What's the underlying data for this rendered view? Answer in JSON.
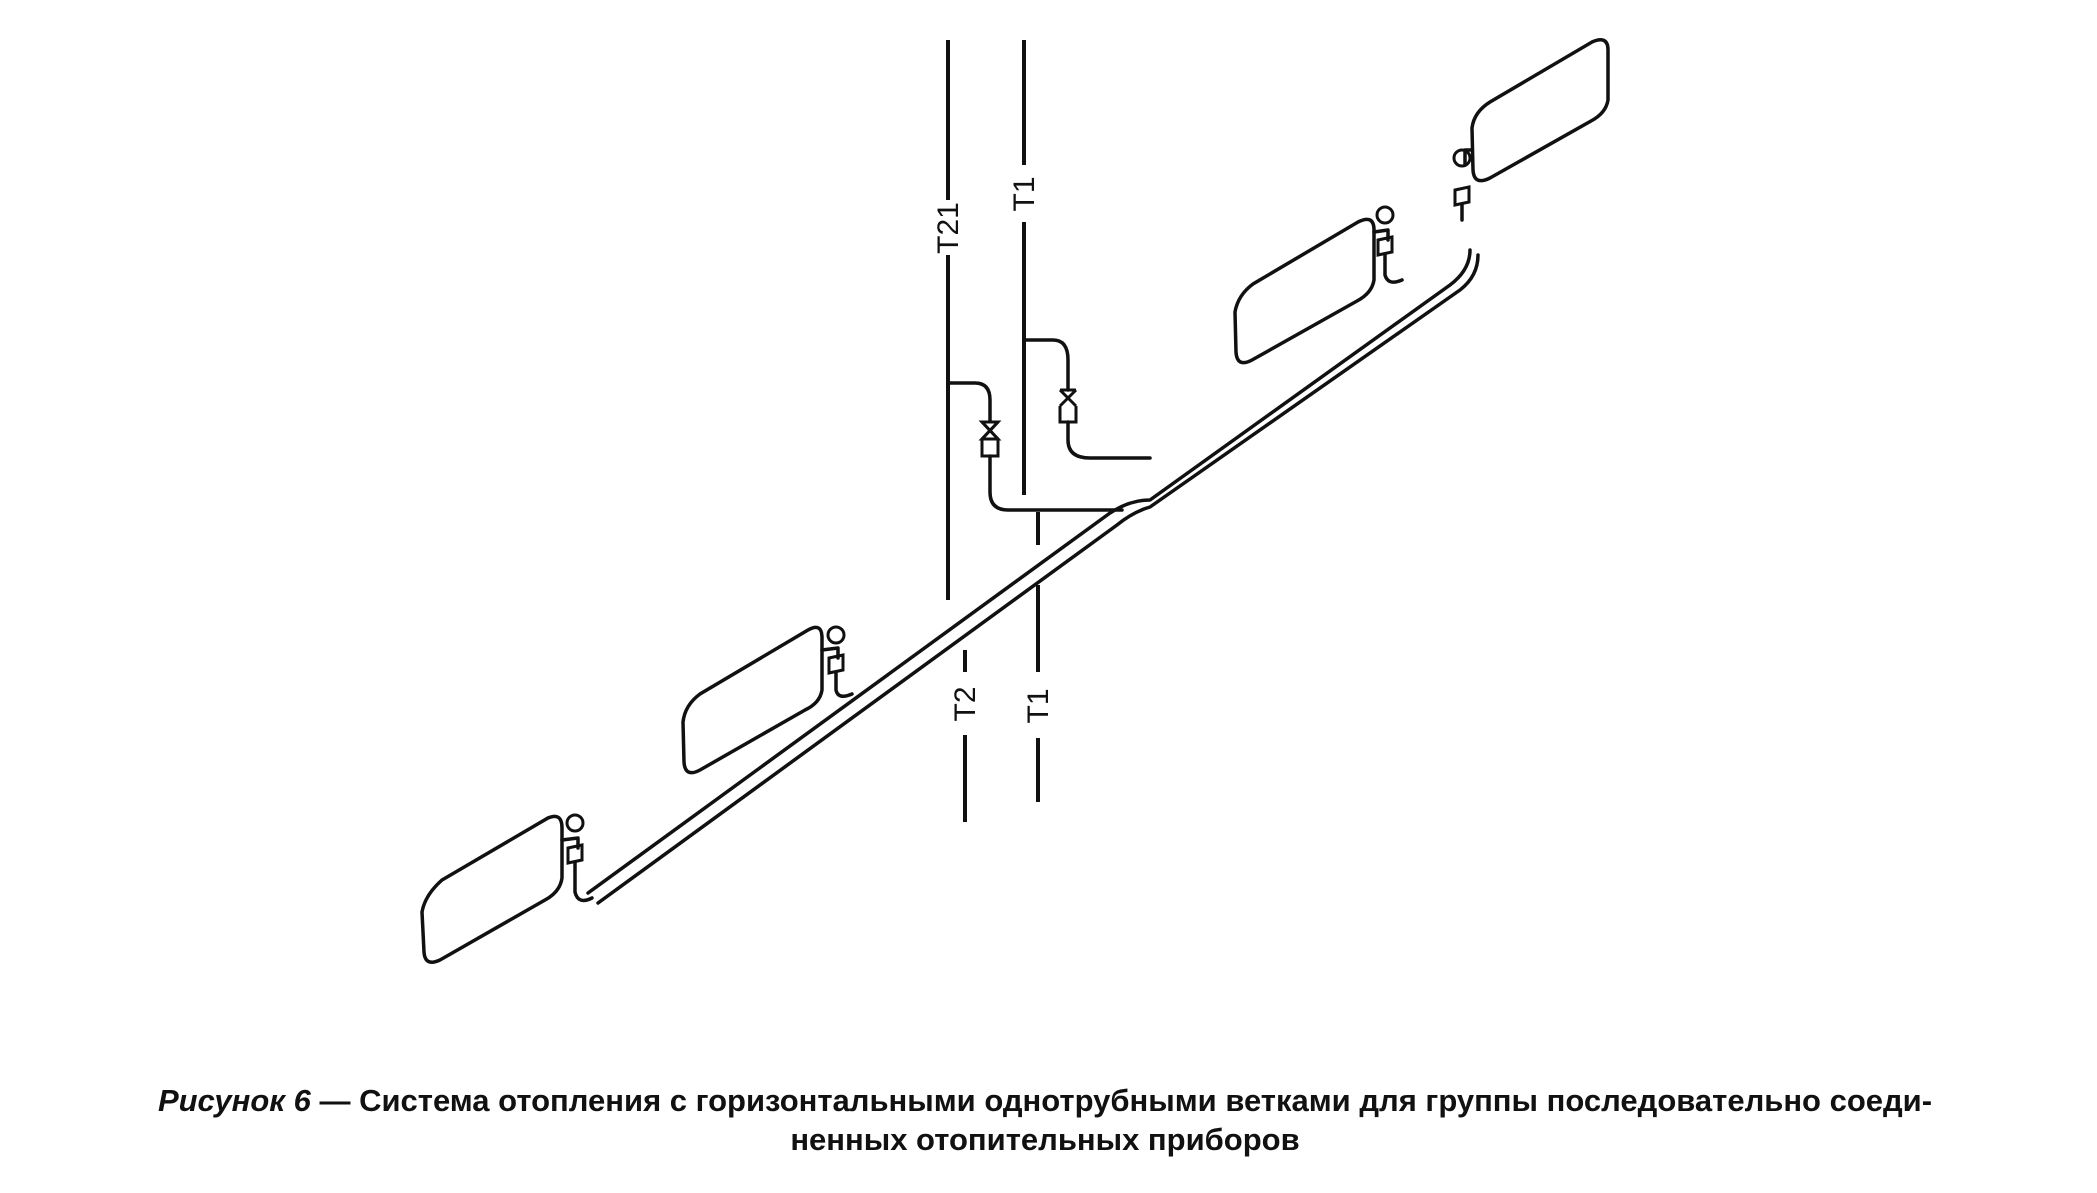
{
  "diagram": {
    "risers": [
      {
        "id": "T21",
        "label": "T21"
      },
      {
        "id": "T1-top",
        "label": "T1"
      },
      {
        "id": "T2",
        "label": "T2"
      },
      {
        "id": "T1-bottom",
        "label": "T1"
      }
    ],
    "radiator_count": 4,
    "valve_count": 2
  },
  "caption": {
    "label": "Рисунок 6",
    "text": " — Система отопления с горизонтальными однотрубными ветками для группы последовательно соеди-",
    "text_line2": "ненных отопительных приборов"
  }
}
